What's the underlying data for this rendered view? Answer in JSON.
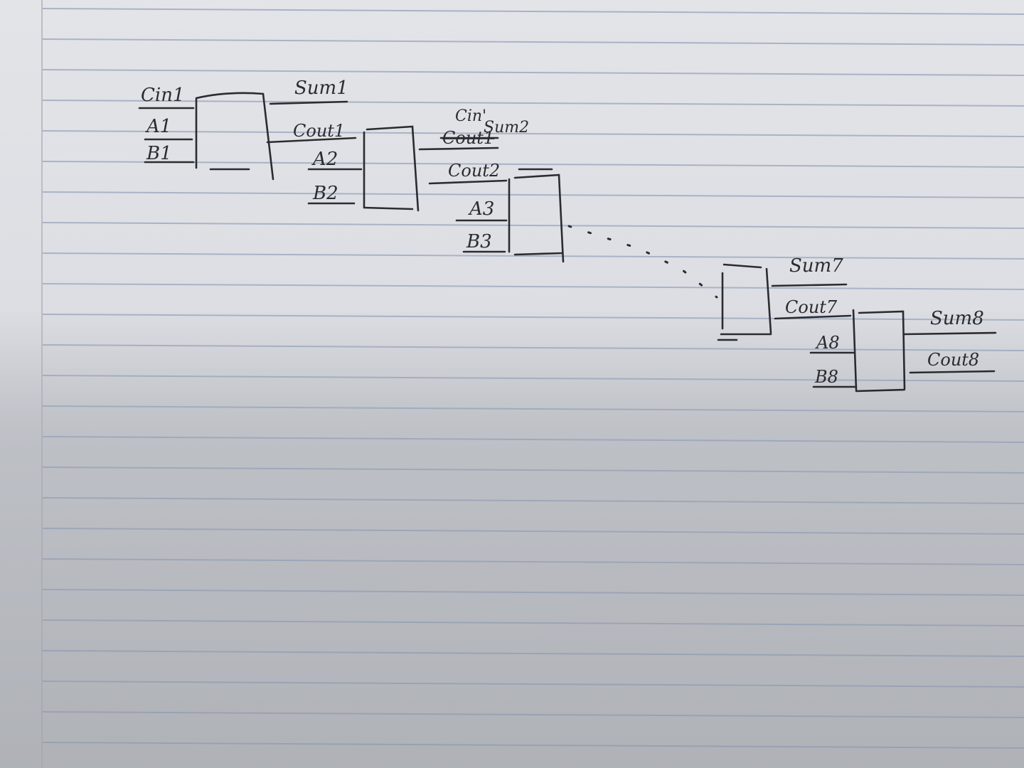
{
  "stages": [
    {
      "id": "stage1",
      "carry_in": "Cin1",
      "a": "A1",
      "b": "B1",
      "sum": "Sum1",
      "carry_out": "Cout1"
    },
    {
      "id": "stage2",
      "a": "A2",
      "b": "B2",
      "sum": "Sum2",
      "carry_out": "Cout2",
      "struck_out": "Cout1"
    },
    {
      "id": "stage3",
      "a": "A3",
      "b": "B3"
    },
    {
      "id": "stage7",
      "sum": "Sum7",
      "carry_out": "Cout7"
    },
    {
      "id": "stage8",
      "a": "A8",
      "b": "B8",
      "sum": "Sum8",
      "carry_out": "Cout8"
    }
  ],
  "scribble": "Cin'"
}
